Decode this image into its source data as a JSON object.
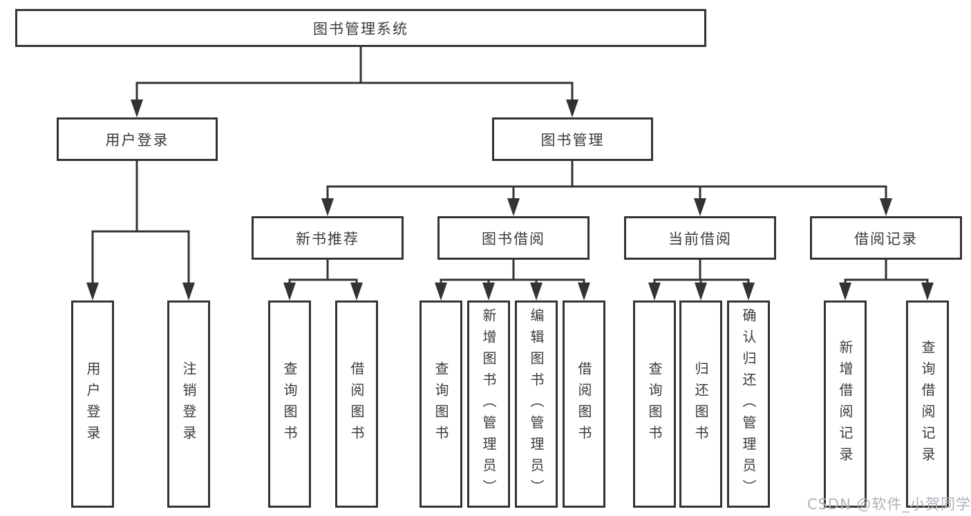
{
  "diagram": {
    "root": {
      "label": "图书管理系统"
    },
    "level2": [
      {
        "label": "用户登录"
      },
      {
        "label": "图书管理"
      }
    ],
    "level3": [
      {
        "label": "新书推荐"
      },
      {
        "label": "图书借阅"
      },
      {
        "label": "当前借阅"
      },
      {
        "label": "借阅记录"
      }
    ],
    "leaves": {
      "user_login": [
        "用户登录",
        "注销登录"
      ],
      "new_books": [
        "查询图书",
        "借阅图书"
      ],
      "book_borrow": [
        "查询图书",
        "新增图书（管理员）",
        "编辑图书（管理员）",
        "借阅图书"
      ],
      "current_borrow": [
        "查询图书",
        "归还图书",
        "确认归还（管理员）"
      ],
      "borrow_records": [
        "新增借阅记录",
        "查询借阅记录"
      ]
    }
  },
  "watermark": {
    "text": "CSDN @软件_小贺同学"
  },
  "colors": {
    "line": "#333333",
    "text": "#3a3a3a",
    "watermark": "#aeb2b8",
    "background": "#ffffff"
  }
}
